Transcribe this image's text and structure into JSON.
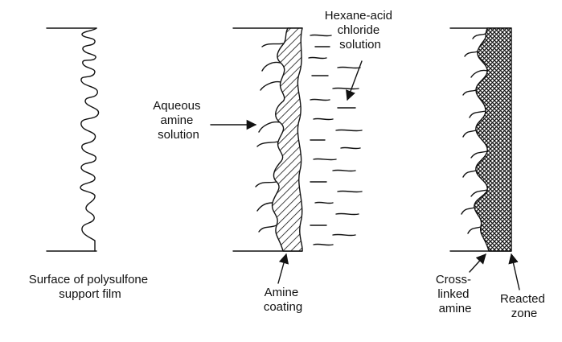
{
  "labels": {
    "support_film": [
      "Surface of polysulfone",
      "support film"
    ],
    "aqueous_amine": [
      "Aqueous",
      "amine",
      "solution"
    ],
    "hexane_solution": [
      "Hexane-acid",
      "chloride",
      "solution"
    ],
    "amine_coating": [
      "Amine",
      "coating"
    ],
    "cross_linked_amine": [
      "Cross-",
      "linked",
      "amine"
    ],
    "reacted_zone": [
      "Reacted",
      "zone"
    ]
  }
}
